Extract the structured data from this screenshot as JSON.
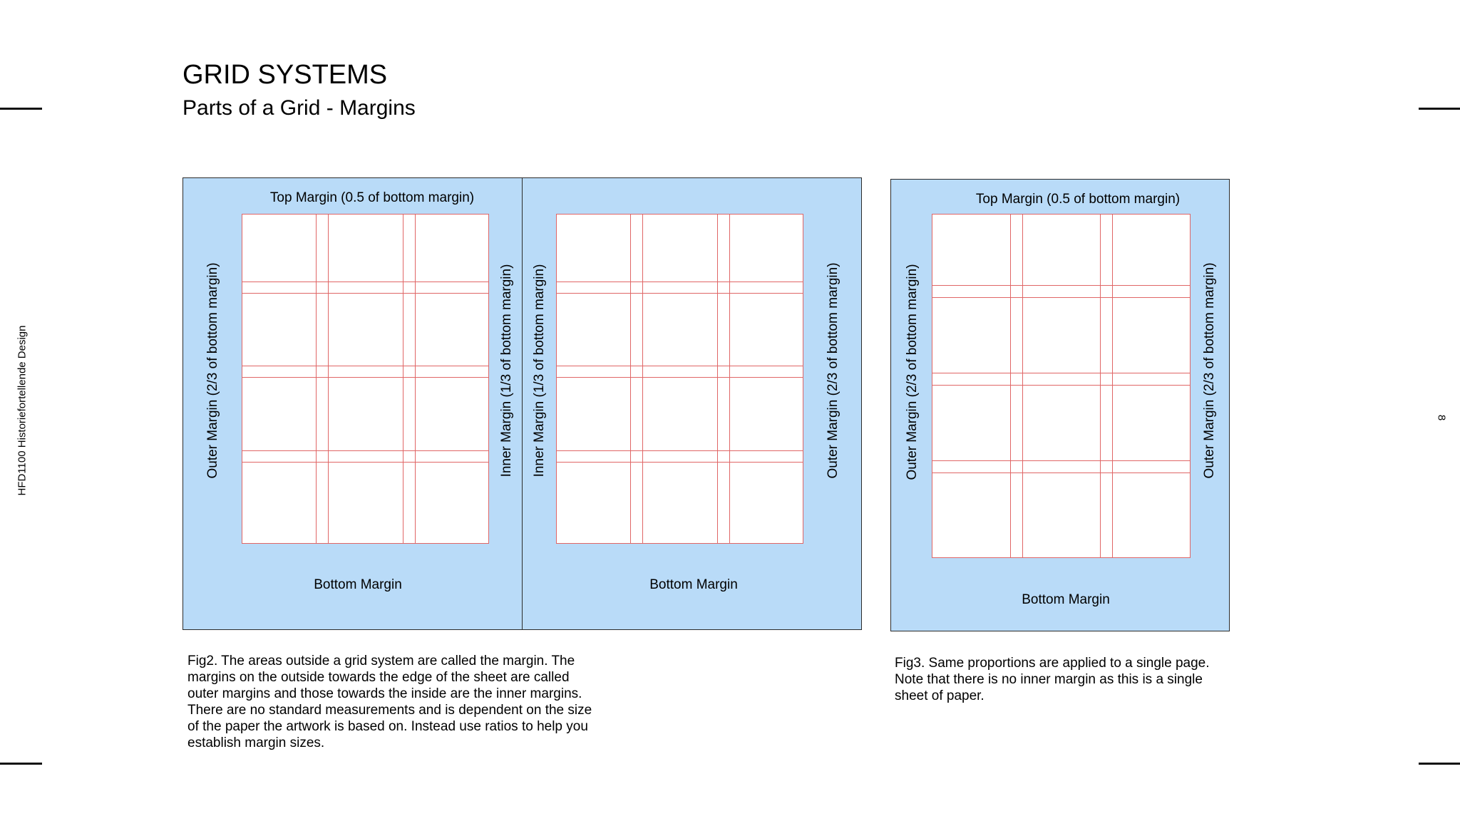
{
  "header": {
    "title": "GRID SYSTEMS",
    "subtitle": "Parts of a Grid - Margins"
  },
  "sidebar": {
    "course_label": "HFD1100 Historiefortellende Design"
  },
  "page_number": "8",
  "figure2": {
    "left_page": {
      "top_label": "Top Margin (0.5 of bottom margin)",
      "bottom_label": "Bottom Margin",
      "outer_label": "Outer Margin (2/3 of bottom margin)",
      "inner_label": "Inner Margin (1/3 of bottom margin)"
    },
    "right_page": {
      "bottom_label": "Bottom Margin",
      "inner_label": "Inner Margin (1/3 of bottom margin)",
      "outer_label": "Outer Margin (2/3 of bottom margin)"
    },
    "caption": "Fig2. The areas outside a grid system are called the margin. The margins on the outside towards the edge of the sheet are called outer margins and those towards the inside are the inner margins. There are no standard measurements and is dependent on the size of the paper the artwork is based on. Instead use ratios to help you establish margin sizes."
  },
  "figure3": {
    "top_label": "Top Margin (0.5 of bottom margin)",
    "bottom_label": "Bottom Margin",
    "left_label": "Outer Margin (2/3 of bottom margin)",
    "right_label": "Outer Margin (2/3 of bottom margin)",
    "caption": "Fig3. Same proportions are applied to a single page. Note that there is no inner margin as this is a single sheet of paper."
  },
  "colors": {
    "page_fill": "#b9dbf8",
    "grid_line": "#e06666",
    "border": "#2b2b2b"
  }
}
